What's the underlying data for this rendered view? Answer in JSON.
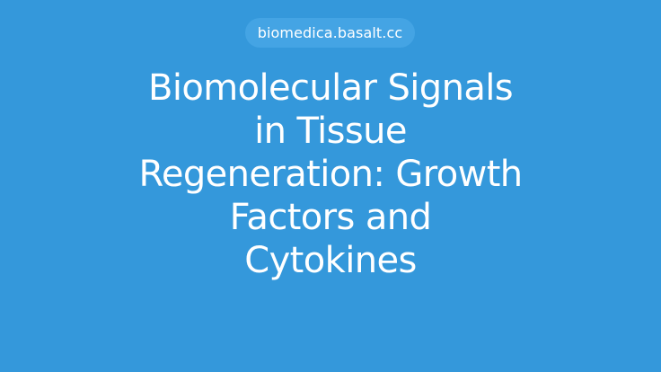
{
  "site": {
    "domain": "biomedica.basalt.cc"
  },
  "article": {
    "title_lines": [
      "Biomolecular Signals",
      "in Tissue",
      "Regeneration: Growth",
      "Factors and",
      "Cytokines"
    ],
    "title": "Biomolecular Signals in Tissue Regeneration: Growth Factors and Cytokines"
  },
  "theme": {
    "background": "#3498db",
    "pill_background": "#44a4e4",
    "text_color": "#ffffff"
  }
}
